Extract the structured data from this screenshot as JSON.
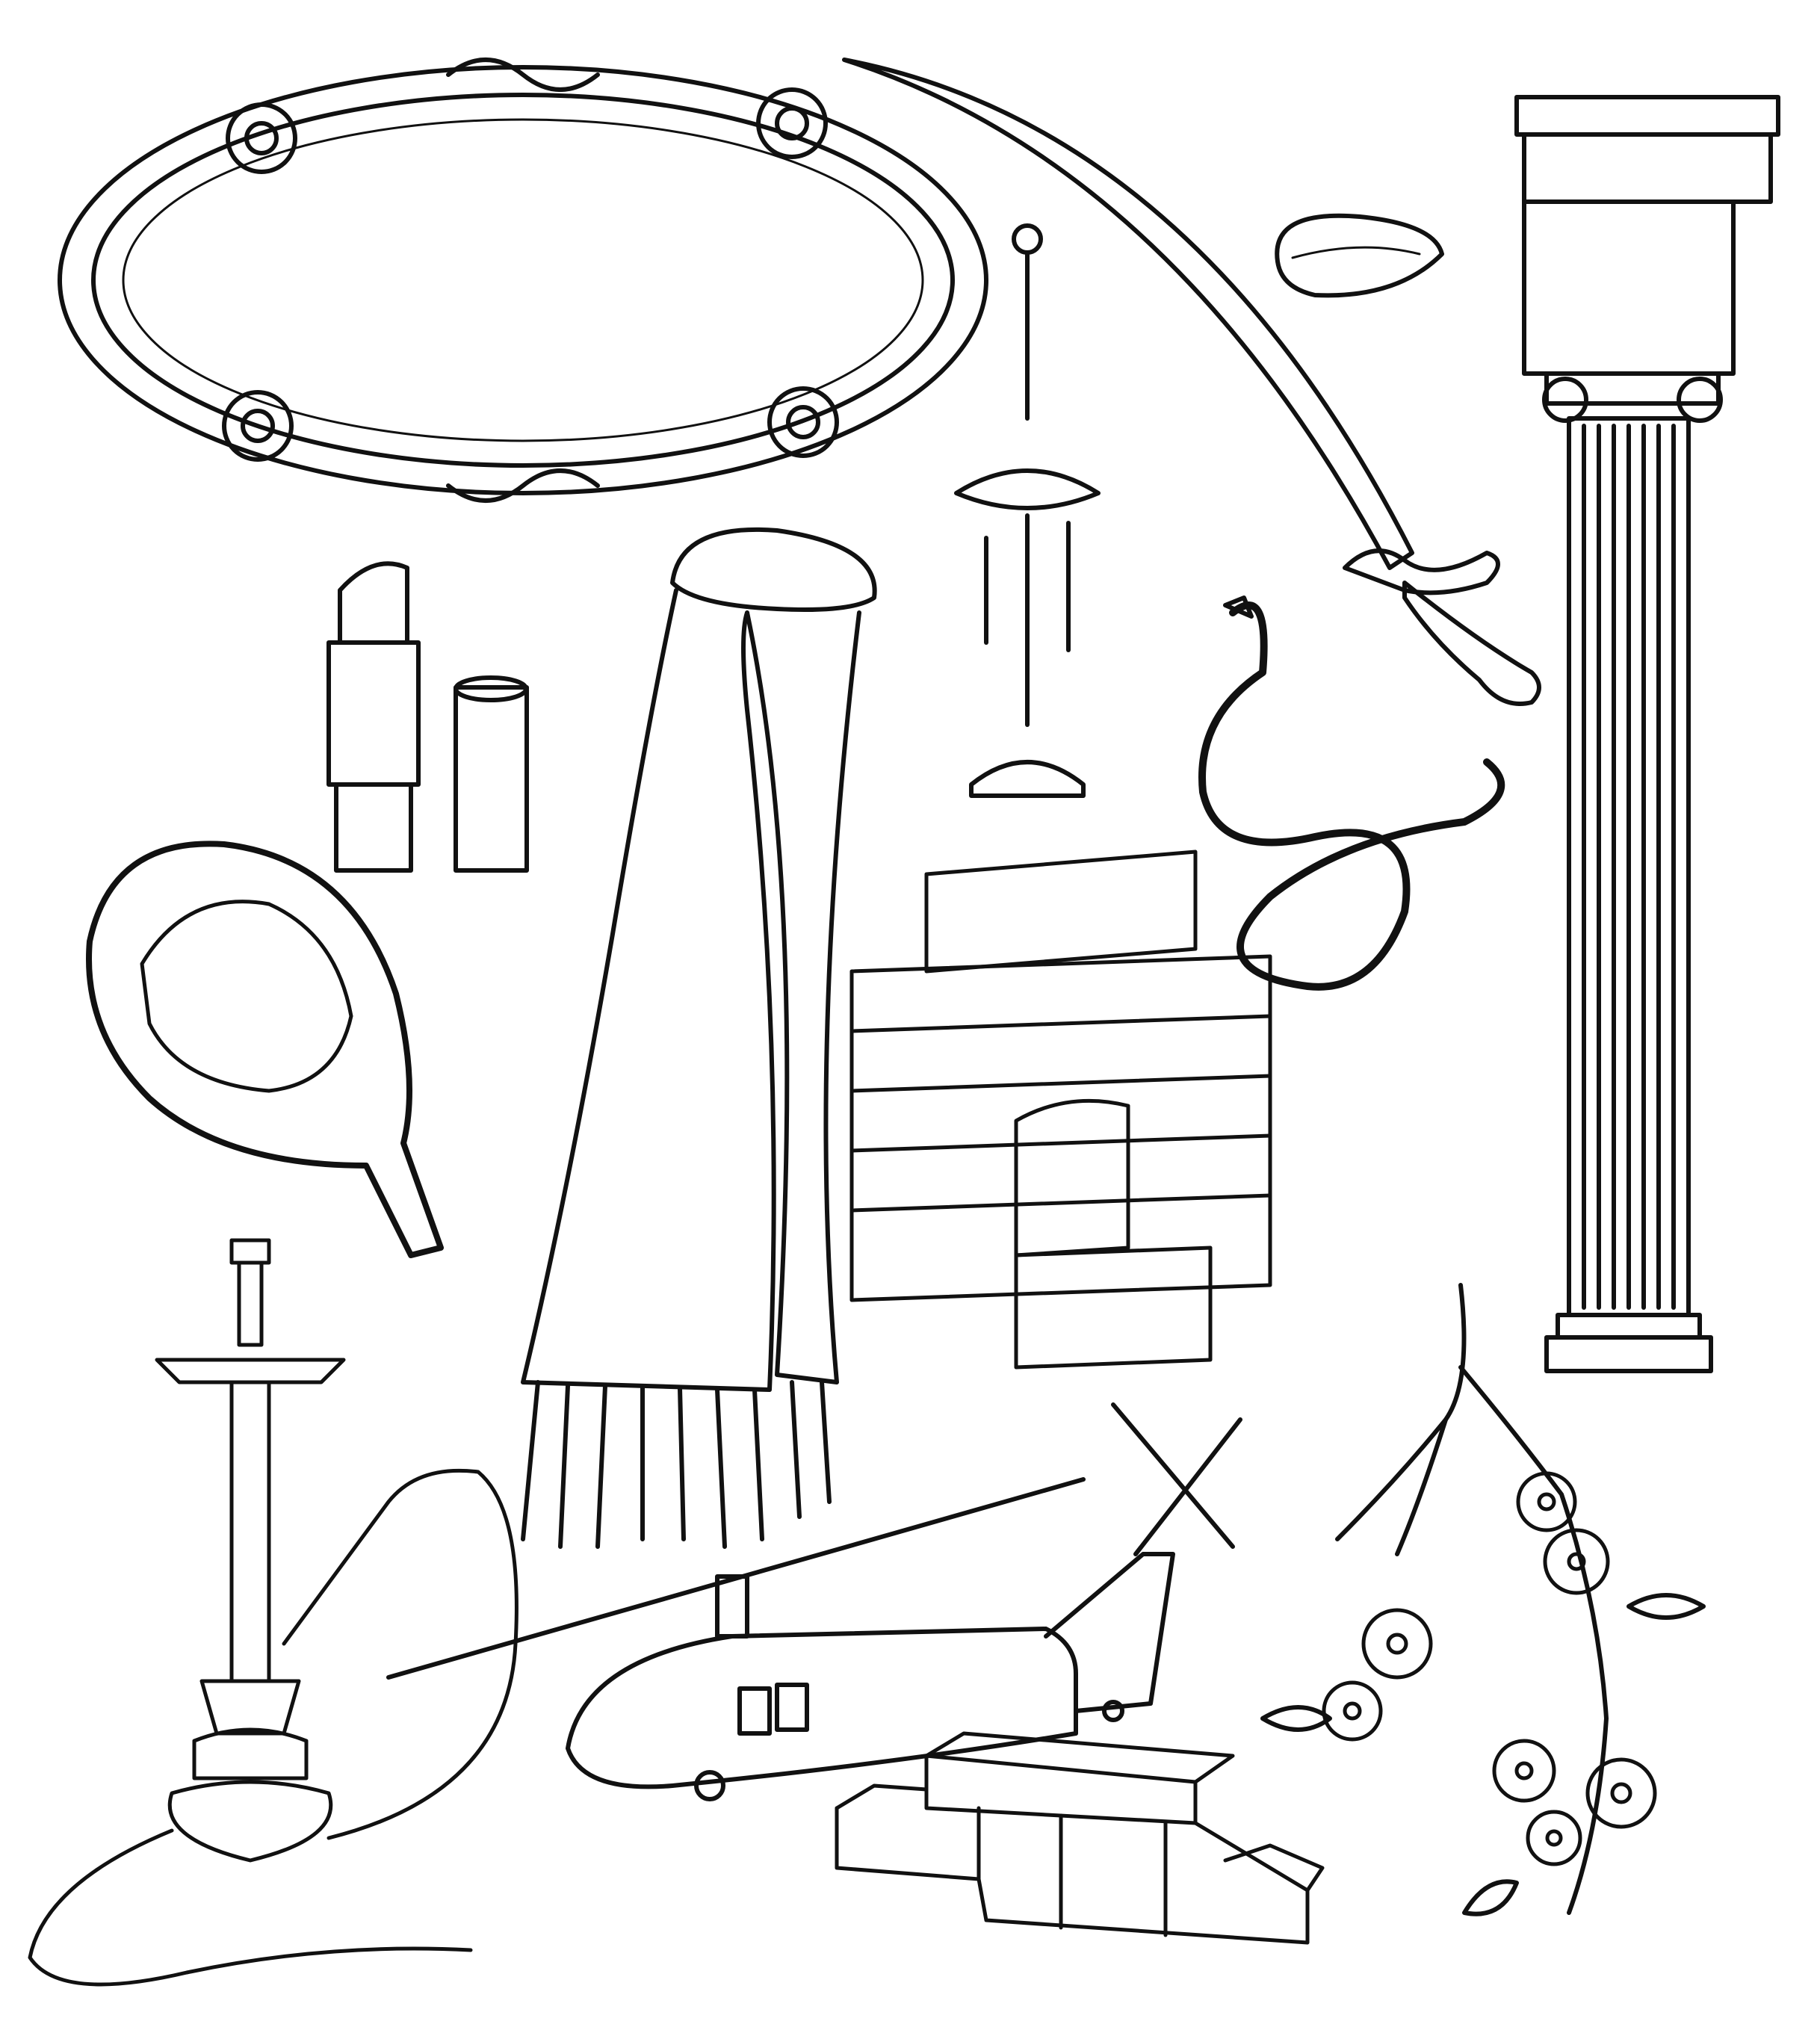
{
  "page": {
    "background": "#ffffff",
    "ink": "#111111"
  },
  "illustrations": [
    {
      "name": "ornate-oval-frame",
      "icon": "ornate-oval-frame-icon"
    },
    {
      "name": "scimitar-sword",
      "icon": "scimitar-icon"
    },
    {
      "name": "almond",
      "icon": "almond-icon"
    },
    {
      "name": "ionic-column",
      "icon": "ionic-column-icon"
    },
    {
      "name": "hanging-oil-lamp",
      "icon": "oil-lamp-icon"
    },
    {
      "name": "lipstick",
      "icon": "lipstick-icon"
    },
    {
      "name": "turban-and-scarf",
      "icon": "turban-scarf-icon"
    },
    {
      "name": "coiled-snake",
      "icon": "snake-icon"
    },
    {
      "name": "fig-half",
      "icon": "fig-icon"
    },
    {
      "name": "brick-oven",
      "icon": "brick-oven-icon"
    },
    {
      "name": "hookah",
      "icon": "hookah-icon"
    },
    {
      "name": "helicopter",
      "icon": "helicopter-icon"
    },
    {
      "name": "cinder-blocks",
      "icon": "cinder-blocks-icon"
    },
    {
      "name": "blossom-branch",
      "icon": "blossom-branch-icon"
    }
  ]
}
